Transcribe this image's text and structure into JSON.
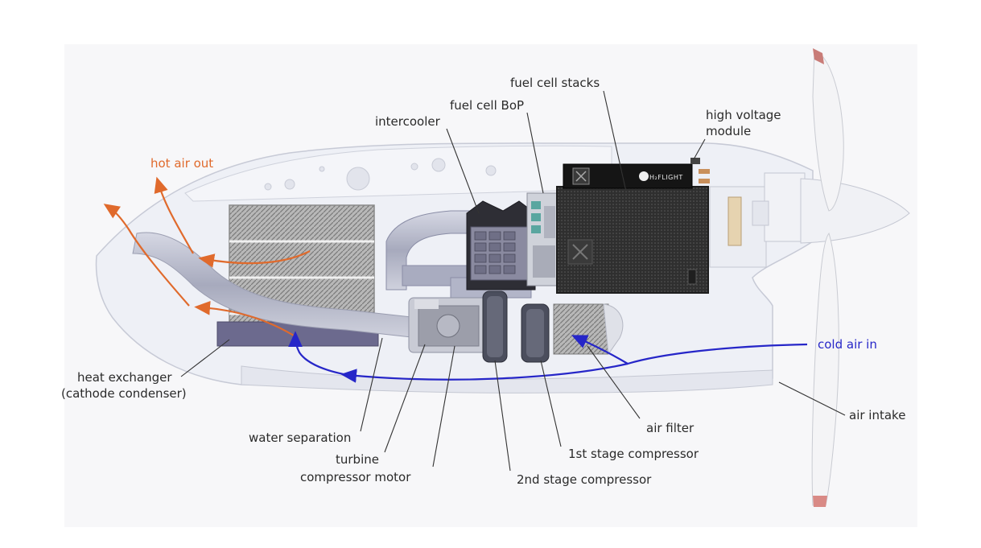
{
  "labels": {
    "fuel_cell_stacks": "fuel cell stacks",
    "fuel_cell_bop": "fuel cell BoP",
    "intercooler": "intercooler",
    "high_voltage_line1": "high voltage",
    "high_voltage_line2": "module",
    "hot_air_out": "hot air out",
    "cold_air_in": "cold air in",
    "heat_exchanger_line1": "heat exchanger",
    "heat_exchanger_line2": "(cathode condenser)",
    "air_intake": "air intake",
    "air_filter": "air filter",
    "water_separation": "water separation",
    "turbine_line1": "turbine",
    "turbine_line2": "compressor motor",
    "first_stage": "1st stage compressor",
    "second_stage": "2nd stage compressor"
  },
  "brand_text": "H₂FLIGHT",
  "colors": {
    "hot_air": "#e06a2c",
    "cold_air": "#2626c8",
    "leader_line": "#333333",
    "nacelle": "#eef0f6",
    "stack_body": "#2e2e2e",
    "duct": "#b9bccb",
    "duct_dark": "#8a8da6",
    "exchanger": "#bdbdbd",
    "propeller_tip": "#d98a86"
  }
}
